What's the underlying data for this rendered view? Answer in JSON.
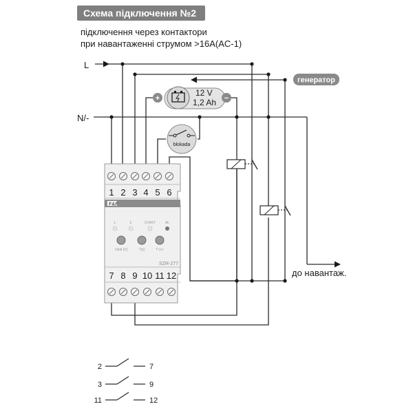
{
  "header": {
    "title": "Схема підключення №2",
    "subtitle_line1": "підключення через контактори",
    "subtitle_line2": "при навантаженні струмом >16A(AC-1)"
  },
  "labels": {
    "line_L": "L",
    "line_N": "N/-",
    "generator": "генератор",
    "load": "до навантаж."
  },
  "battery": {
    "voltage": "12 V",
    "capacity": "1,2 Ah",
    "plus": "+",
    "minus": "−"
  },
  "blokada": {
    "label": "blokada"
  },
  "device": {
    "model": "SZR-277",
    "top_terminals": [
      "1",
      "2",
      "3",
      "4",
      "5",
      "6"
    ],
    "bottom_terminals": [
      "7",
      "8",
      "9",
      "10",
      "11",
      "12"
    ],
    "leds": [
      "L",
      "Σ",
      "START",
      "AL"
    ],
    "knob_labels": [
      "Ubat [V]",
      "T[s]",
      "T<s>"
    ]
  },
  "contacts": [
    {
      "from": "2",
      "to": "7"
    },
    {
      "from": "3",
      "to": "9"
    },
    {
      "from": "11",
      "to": "12"
    }
  ],
  "colors": {
    "title_bg": "#7f7f7f",
    "badge_bg": "#8a8a8a",
    "device_fill": "#f0f0f0",
    "device_stripe": "#8c8c8c"
  }
}
